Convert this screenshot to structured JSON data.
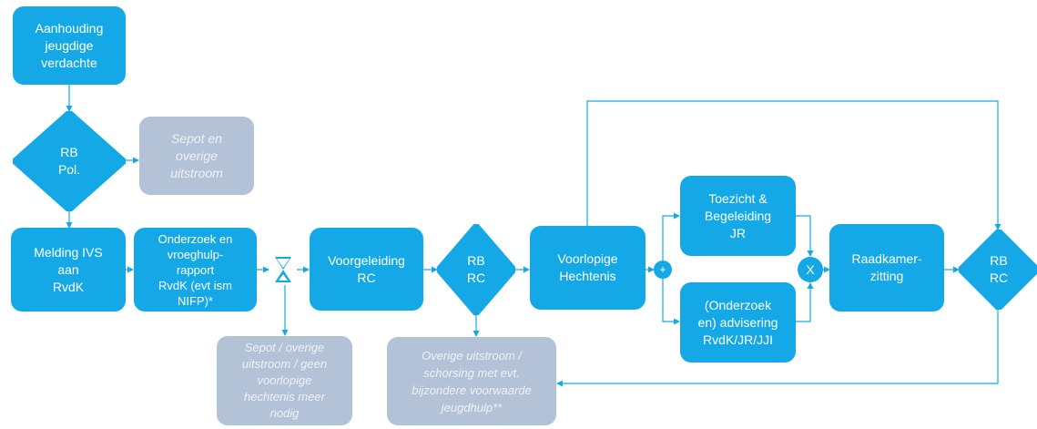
{
  "nodes": {
    "aanhouding": "Aanhouding\njeugdige\nverdachte",
    "rb_pol": "RB\nPol.",
    "sepot_uitstroom": "Sepot en\noverige\nuitstroom",
    "melding_ivs": "Melding IVS\naan\nRvdK",
    "onderzoek_vroeghulp": "Onderzoek en\nvroeghulp-\nrapport\nRvdK (evt ism\nNIFP)*",
    "voorgeleiding": "Voorgeleiding\nRC",
    "rb_rc_1": "RB\nRC",
    "voorlopige_hechtenis": "Voorlopige\nHechtenis",
    "toezicht": "Toezicht &\nBegeleiding\nJR",
    "advisering": "(Onderzoek\nen) advisering\nRvdK/JR/JJI",
    "raadkamer": "Raadkamer-\nzitting",
    "rb_rc_2": "RB\nRC",
    "sepot_geen_hechtenis": "Sepot / overige\nuitstroom / geen\nvoorlopige\nhechtenis meer\nnodig",
    "overige_schorsing": "Overige uitstroom /\nschorsing met evt.\nbijzondere voorwaarde\njeugdhulp**"
  },
  "gateways": {
    "parallel_symbol": "+",
    "exclusive_symbol": "X"
  },
  "colors": {
    "process": "#14a9e6",
    "outflow": "#b3c2d6",
    "connector": "#14a9e6"
  }
}
